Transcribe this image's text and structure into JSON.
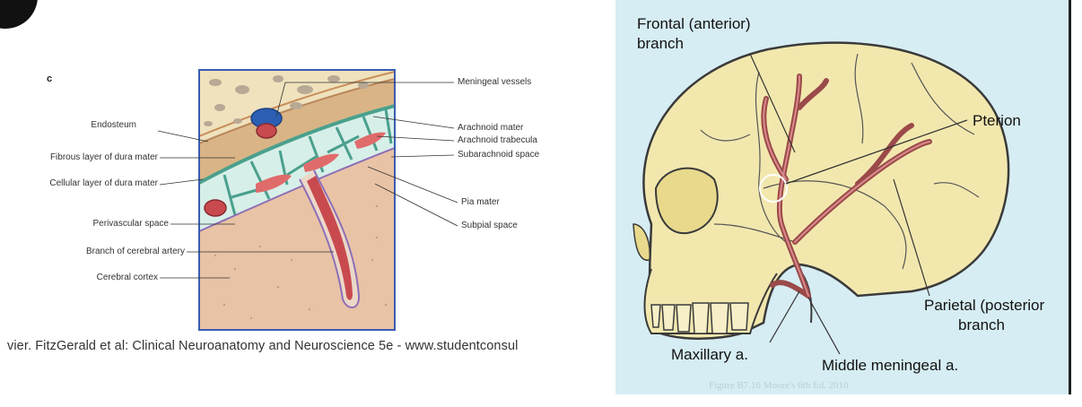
{
  "left_diagram": {
    "panel_letter": "c",
    "labels_left": {
      "endosteum": "Endosteum",
      "fibrous": "Fibrous layer of dura mater",
      "cellular": "Cellular layer of dura mater",
      "perivascular": "Perivascular space",
      "branch": "Branch of cerebral artery",
      "cortex": "Cerebral cortex"
    },
    "labels_right": {
      "meningeal_vessels": "Meningeal vessels",
      "arachnoid_mater": "Arachnoid mater",
      "arachnoid_trabecula": "Arachnoid trabecula",
      "subarachnoid": "Subarachnoid space",
      "pia": "Pia mater",
      "subpial": "Subpial space"
    },
    "citation": "vier. FitzGerald et al: Clinical Neuroanatomy and Neuroscience 5e - www.studentconsul"
  },
  "right_diagram": {
    "frontal": [
      "Frontal (anterior)",
      "branch"
    ],
    "pterion": "Pterion",
    "parietal": [
      "Parietal (posterior",
      "branch"
    ],
    "maxillary": "Maxillary a.",
    "middle_meningeal": "Middle meningeal a.",
    "caption": "Figure B7.16 Moore's 6th Ed. 2010"
  },
  "colors": {
    "bone": "#efe2bd",
    "dura": "#d9b486",
    "arachnoid": "#6fb7a6",
    "csf": "#d7efe9",
    "cortex": "#e9c3a6",
    "artery": "#c84a4f",
    "vein": "#2c5fb3",
    "box_border": "#3a5db2",
    "background_right": "#d6edf3"
  }
}
